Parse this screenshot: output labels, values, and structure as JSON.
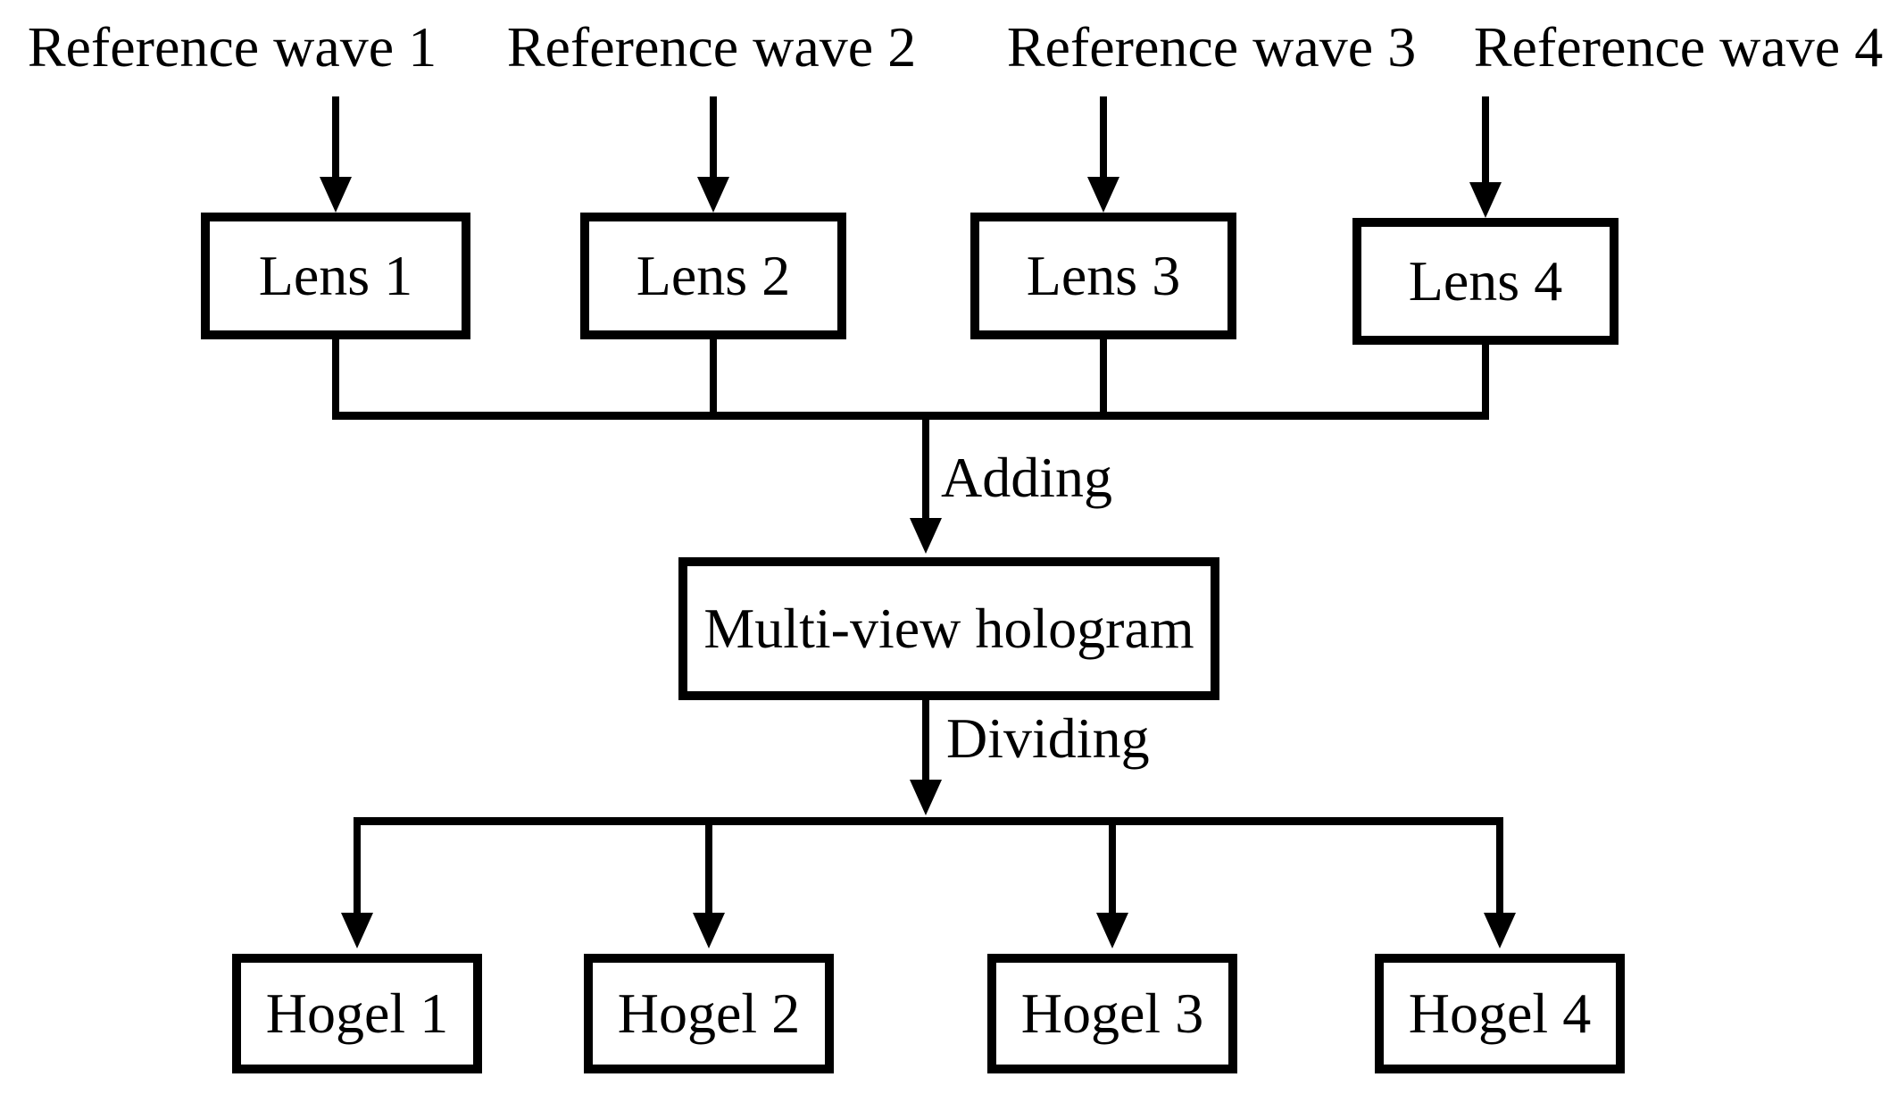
{
  "diagram": {
    "reference_waves": [
      {
        "label": "Reference wave 1"
      },
      {
        "label": "Reference wave 2"
      },
      {
        "label": "Reference wave 3"
      },
      {
        "label": "Reference wave 4"
      }
    ],
    "lenses": [
      {
        "label": "Lens 1"
      },
      {
        "label": "Lens 2"
      },
      {
        "label": "Lens 3"
      },
      {
        "label": "Lens 4"
      }
    ],
    "process": {
      "adding_label": "Adding",
      "hologram_label": "Multi-view hologram",
      "dividing_label": "Dividing"
    },
    "hogels": [
      {
        "label": "Hogel 1"
      },
      {
        "label": "Hogel 2"
      },
      {
        "label": "Hogel 3"
      },
      {
        "label": "Hogel 4"
      }
    ],
    "colors": {
      "line": "#000000",
      "background": "#ffffff",
      "text": "#000000"
    }
  }
}
